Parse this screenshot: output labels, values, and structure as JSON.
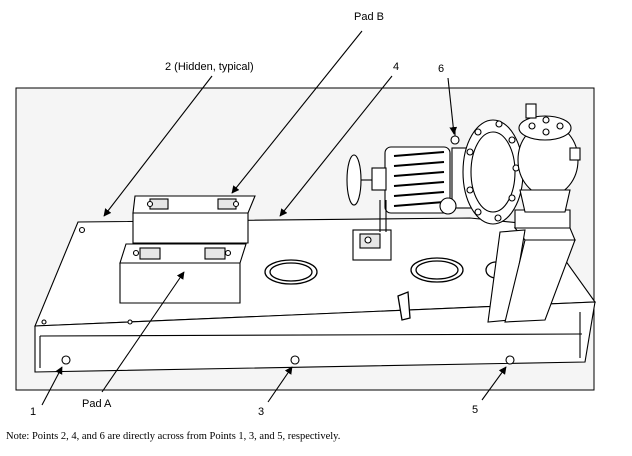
{
  "figure": {
    "labels": {
      "pad_b": "Pad B",
      "hidden_typical": "2 (Hidden, typical)",
      "point_4": "4",
      "point_6": "6",
      "point_1": "1",
      "pad_a": "Pad A",
      "point_3": "3",
      "point_5": "5"
    },
    "note": "Note: Points 2, 4, and 6 are directly across from Points 1, 3, and 5, respectively.",
    "colors": {
      "ink": "#000000",
      "background": "#ffffff",
      "frame": "#f5f5f5"
    }
  }
}
